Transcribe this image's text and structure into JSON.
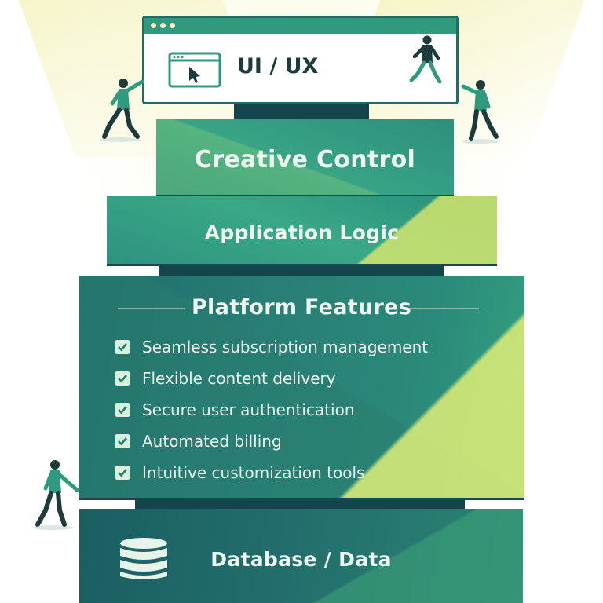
{
  "ui_panel": {
    "title": "UI / UX"
  },
  "layers": [
    {
      "name": "Creative Control"
    },
    {
      "name": "Application Logic"
    },
    {
      "name": "Platform Features",
      "features": [
        "Seamless subscription management",
        "Flexible content delivery",
        "Secure user authentication",
        "Automated billing",
        "Intuitive customization tools"
      ]
    },
    {
      "name": "Database / Data"
    }
  ],
  "icons": {
    "window": "browser-window-cursor-icon",
    "database": "database-cylinder-icon",
    "check": "checkbox-checked-icon"
  },
  "colors": {
    "teal_dark": "#1a5e62",
    "teal": "#2e937e",
    "lime_accent": "#d6e978",
    "panel_border": "#1f6b66"
  }
}
